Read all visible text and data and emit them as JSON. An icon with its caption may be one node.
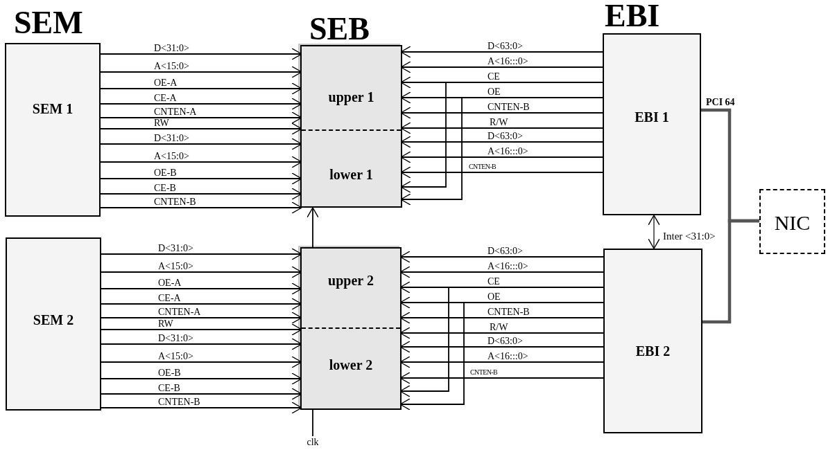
{
  "diagram": {
    "nodes": [
      {
        "text": [
          "SEM 1"
        ]
      },
      {
        "text": [],
        "shape": "box"
      },
      {
        "text": [
          "upper 1"
        ],
        "in": 1
      },
      {
        "text": [
          "lower 1"
        ],
        "in": 1
      },
      {
        "text": [
          "EBI 1"
        ]
      },
      {
        "text": [
          "SEM 2"
        ]
      },
      {
        "text": [],
        "shape": "box"
      },
      {
        "text": [
          "upper 2"
        ],
        "in": 6
      },
      {
        "text": [
          "lower 2"
        ],
        "in": 6
      },
      {
        "text": [
          "EBI 2"
        ]
      },
      {
        "text": [
          "NIC"
        ]
      },
      {
        "text": [
          "clk"
        ]
      }
    ],
    "edges": [
      {
        "from": 0,
        "to": 2,
        "arrow": "to",
        "label": "D<31:0>"
      },
      {
        "from": 0,
        "to": 2,
        "arrow": "to",
        "label": "A<15:0>"
      },
      {
        "from": 0,
        "to": 2,
        "arrow": "to",
        "label": "OE-A"
      },
      {
        "from": 0,
        "to": 2,
        "arrow": "to",
        "label": "CE-A"
      },
      {
        "from": 0,
        "to": 2,
        "arrow": "to",
        "label": "CNTEN-A"
      },
      {
        "from": 0,
        "to": 2,
        "arrow": "to",
        "label": "RW"
      },
      {
        "from": 0,
        "to": 3,
        "arrow": "to",
        "label": "D<31:0>"
      },
      {
        "from": 0,
        "to": 3,
        "arrow": "to",
        "label": "A<15:0>"
      },
      {
        "from": 0,
        "to": 3,
        "arrow": "to",
        "label": "OE-B"
      },
      {
        "from": 0,
        "to": 3,
        "arrow": "to",
        "label": "CE-B"
      },
      {
        "from": 0,
        "to": 3,
        "arrow": "to",
        "label": "CNTEN-B"
      },
      {
        "from": 4,
        "to": 2,
        "arrow": "to",
        "label": "D<63:0>"
      },
      {
        "from": 4,
        "to": 2,
        "arrow": "to",
        "label": "A<16:::0>"
      },
      {
        "from": 4,
        "to": 2,
        "arrow": "to",
        "label": "CE"
      },
      {
        "from": 4,
        "to": 2,
        "arrow": "to",
        "label": "OE"
      },
      {
        "from": 4,
        "to": 2,
        "arrow": "to",
        "label": "CNTEN-B"
      },
      {
        "from": 4,
        "to": 2,
        "arrow": "to",
        "label": "R/W"
      },
      {
        "from": 4,
        "to": 3,
        "arrow": "to",
        "label": "D<63:0>"
      },
      {
        "from": 4,
        "to": 3,
        "arrow": "to",
        "label": "A<16:::0>"
      },
      {
        "from": 4,
        "to": 3,
        "arrow": "to",
        "label": "CNTEN-B"
      },
      {
        "from": 4,
        "to": 3,
        "arrow": "to"
      },
      {
        "from": 4,
        "to": 3,
        "arrow": "to"
      },
      {
        "from": 5,
        "to": 7,
        "arrow": "to",
        "label": "D<31:0>"
      },
      {
        "from": 5,
        "to": 7,
        "arrow": "to",
        "label": "A<15:0>"
      },
      {
        "from": 5,
        "to": 7,
        "arrow": "to",
        "label": "OE-A"
      },
      {
        "from": 5,
        "to": 7,
        "arrow": "to",
        "label": "CE-A"
      },
      {
        "from": 5,
        "to": 7,
        "arrow": "to",
        "label": "CNTEN-A"
      },
      {
        "from": 5,
        "to": 8,
        "arrow": "to",
        "label": "RW"
      },
      {
        "from": 5,
        "to": 8,
        "arrow": "to",
        "label": "D<31:0>"
      },
      {
        "from": 5,
        "to": 8,
        "arrow": "to",
        "label": "A<15:0>"
      },
      {
        "from": 5,
        "to": 8,
        "arrow": "to",
        "label": "OE-B"
      },
      {
        "from": 5,
        "to": 8,
        "arrow": "to",
        "label": "CE-B"
      },
      {
        "from": 5,
        "to": 8,
        "arrow": "to",
        "label": "CNTEN-B"
      },
      {
        "from": 9,
        "to": 7,
        "arrow": "to",
        "label": "D<63:0>"
      },
      {
        "from": 9,
        "to": 7,
        "arrow": "to",
        "label": "A<16:::0>"
      },
      {
        "from": 9,
        "to": 7,
        "arrow": "to",
        "label": "CE"
      },
      {
        "from": 9,
        "to": 7,
        "arrow": "to",
        "label": "OE"
      },
      {
        "from": 9,
        "to": 7,
        "arrow": "to",
        "label": "CNTEN-B"
      },
      {
        "from": 9,
        "to": 8,
        "arrow": "to",
        "label": "R/W"
      },
      {
        "from": 9,
        "to": 8,
        "arrow": "to",
        "label": "D<63:0>"
      },
      {
        "from": 9,
        "to": 8,
        "arrow": "to",
        "label": "A<16:::0>"
      },
      {
        "from": 9,
        "to": 8,
        "arrow": "to",
        "label": "CNTEN-B"
      },
      {
        "from": 9,
        "to": 8,
        "arrow": "to"
      },
      {
        "from": 9,
        "to": 8,
        "arrow": "to"
      },
      {
        "from": 6,
        "to": 1,
        "arrow": "to"
      },
      {
        "from": 11,
        "to": 6,
        "arrow": "none"
      },
      {
        "from": 4,
        "to": 9,
        "arrow": "both",
        "label": "Inter <31:0>"
      },
      {
        "from": 4,
        "to": 10,
        "arrow": "none",
        "label": "PCI 64",
        "style": "thick",
        "color": "#555555"
      },
      {
        "from": 9,
        "to": 10,
        "arrow": "none",
        "style": "thick",
        "color": "#555555"
      }
    ],
    "labels": [
      "SEM",
      "SEB",
      "EBI"
    ]
  }
}
